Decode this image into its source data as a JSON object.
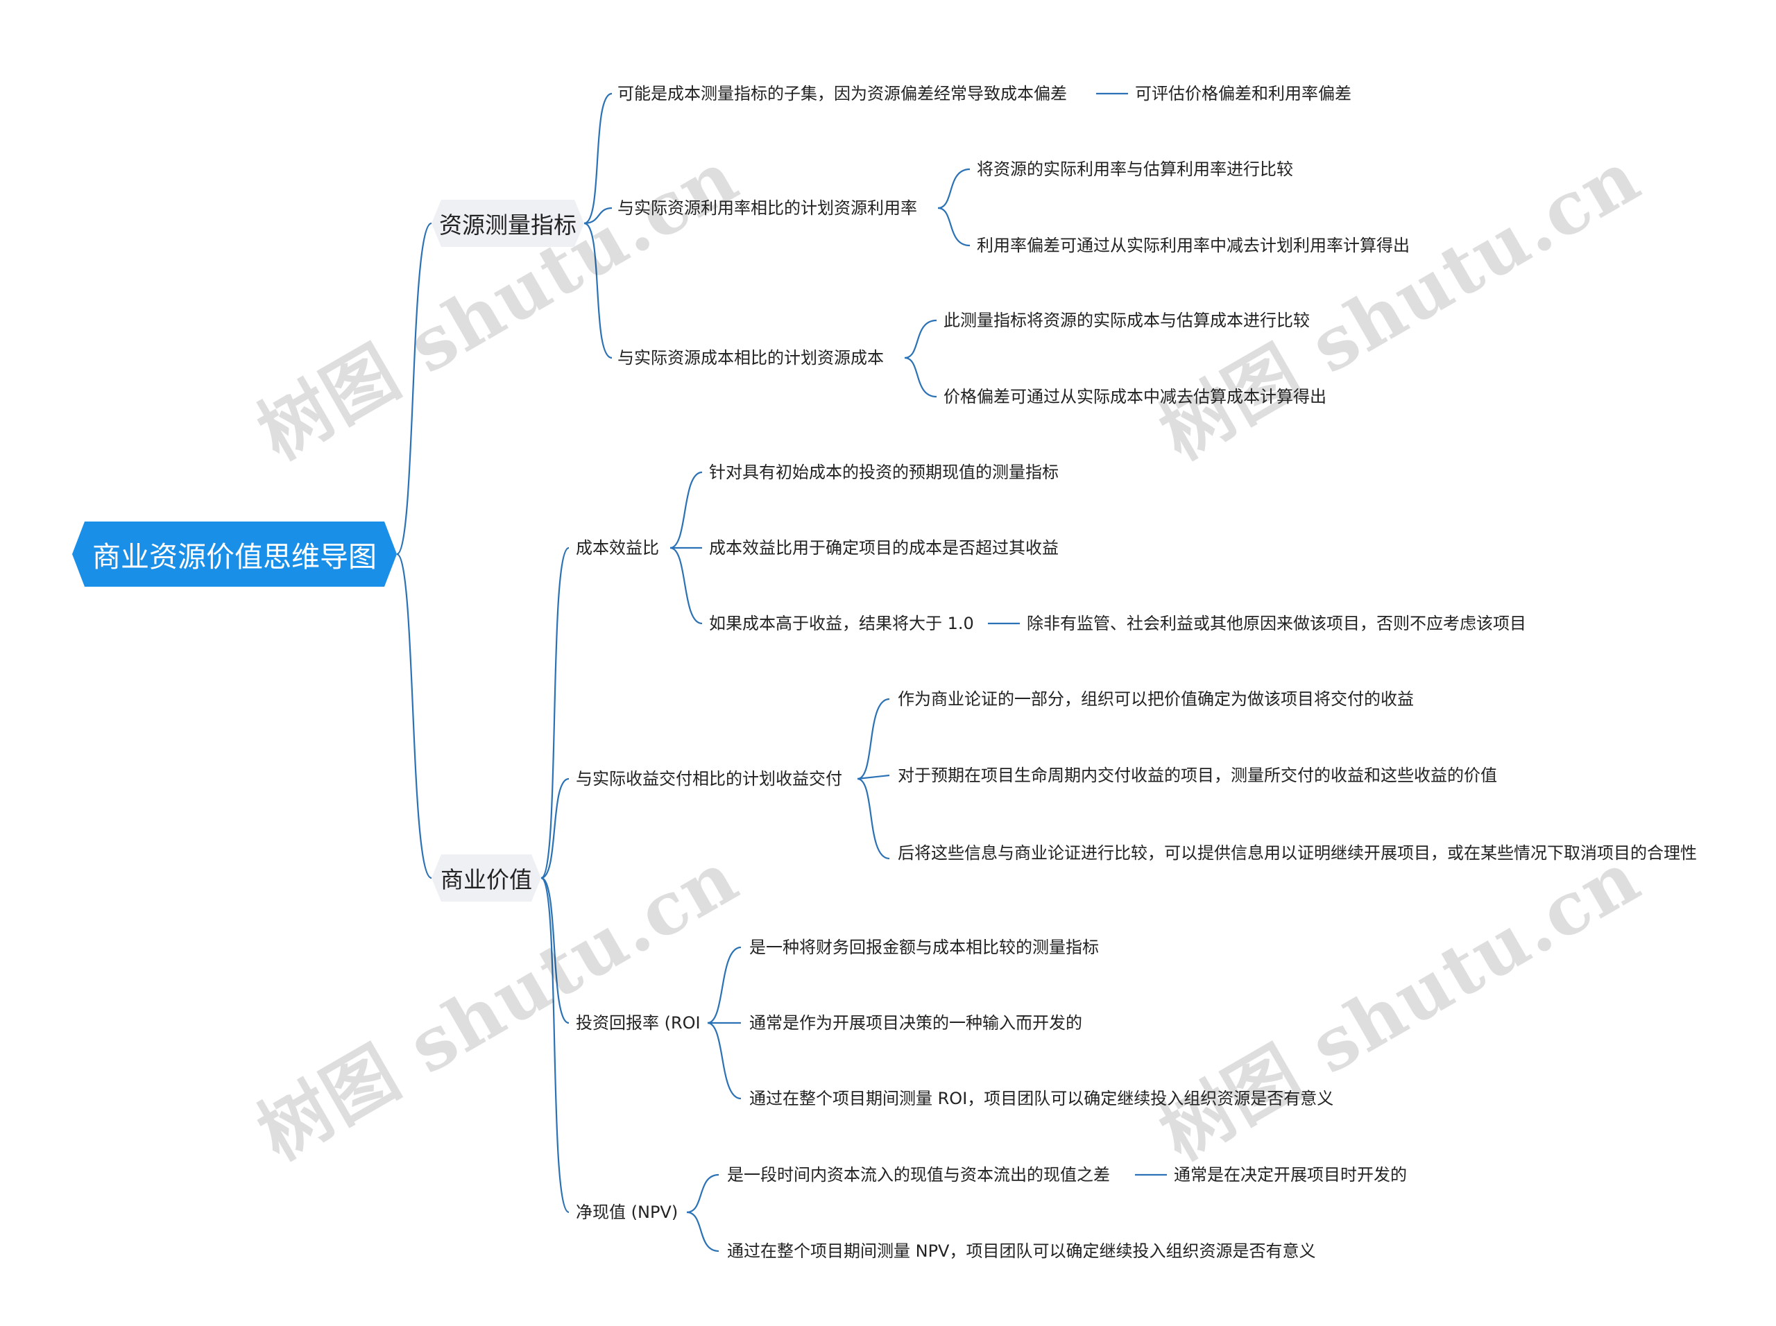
{
  "root": {
    "label": "商业资源价值思维导图"
  },
  "branches": [
    {
      "label": "资源测量指标",
      "children": [
        {
          "label": "可能是成本测量指标的子集，因为资源偏差经常导致成本偏差",
          "children": [
            {
              "label": "可评估价格偏差和利用率偏差"
            }
          ]
        },
        {
          "label": "与实际资源利用率相比的计划资源利用率",
          "children": [
            {
              "label": "将资源的实际利用率与估算利用率进行比较"
            },
            {
              "label": "利用率偏差可通过从实际利用率中减去计划利用率计算得出"
            }
          ]
        },
        {
          "label": "与实际资源成本相比的计划资源成本",
          "children": [
            {
              "label": "此测量指标将资源的实际成本与估算成本进行比较"
            },
            {
              "label": "价格偏差可通过从实际成本中减去估算成本计算得出"
            }
          ]
        }
      ]
    },
    {
      "label": "商业价值",
      "children": [
        {
          "label": "成本效益比",
          "children": [
            {
              "label": "针对具有初始成本的投资的预期现值的测量指标"
            },
            {
              "label": "成本效益比用于确定项目的成本是否超过其收益"
            },
            {
              "label": "如果成本高于收益，结果将大于 1.0",
              "children": [
                {
                  "label": "除非有监管、社会利益或其他原因来做该项目，否则不应考虑该项目"
                }
              ]
            }
          ]
        },
        {
          "label": "与实际收益交付相比的计划收益交付",
          "children": [
            {
              "label": "作为商业论证的一部分，组织可以把价值确定为做该项目将交付的收益"
            },
            {
              "label": "对于预期在项目生命周期内交付收益的项目，测量所交付的收益和这些收益的价值"
            },
            {
              "label": "后将这些信息与商业论证进行比较，可以提供信息用以证明继续开展项目，或在某些情况下取消项目的合理性"
            }
          ]
        },
        {
          "label": "投资回报率 (ROI",
          "children": [
            {
              "label": "是一种将财务回报金额与成本相比较的测量指标"
            },
            {
              "label": "通常是作为开展项目决策的一种输入而开发的"
            },
            {
              "label": "通过在整个项目期间测量 ROI，项目团队可以确定继续投入组织资源是否有意义"
            }
          ]
        },
        {
          "label": "净现值 (NPV)",
          "children": [
            {
              "label": "是一段时间内资本流入的现值与资本流出的现值之差",
              "children": [
                {
                  "label": "通常是在决定开展项目时开发的"
                }
              ]
            },
            {
              "label": "通过在整个项目期间测量 NPV，项目团队可以确定继续投入组织资源是否有意义"
            }
          ]
        }
      ]
    }
  ],
  "watermark": "树图 shutu.cn",
  "colors": {
    "root_fill": "#1a8fe8",
    "main_fill": "#eef0f4",
    "connector": "#2a72b5",
    "text": "#222222"
  }
}
